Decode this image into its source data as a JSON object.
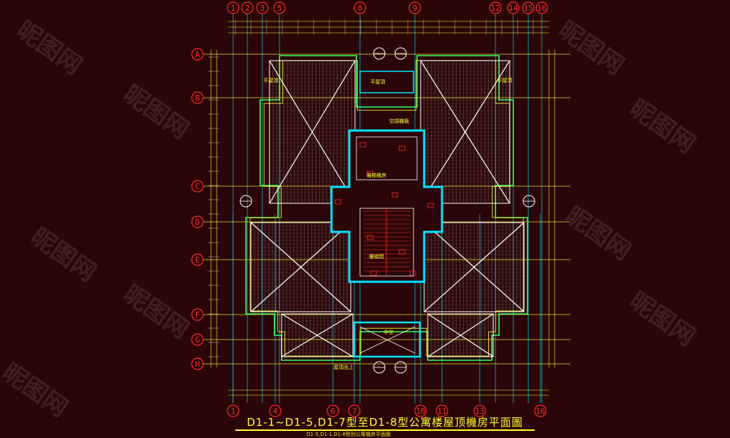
{
  "drawing": {
    "title": "D1-1~D1-5,D1-7型至D1-8型公寓楼屋顶機房平面圖",
    "subtitle": "D1-5,D1-1,D1-8型別公寓機房平面圖",
    "top_axes": [
      "1",
      "2",
      "3",
      "5",
      "8",
      "9",
      "12",
      "14",
      "15",
      "16"
    ],
    "bottom_axes": [
      "1",
      "4",
      "6",
      "7",
      "10",
      "11",
      "13",
      "16"
    ],
    "left_axes": [
      "A",
      "B",
      "C",
      "D",
      "E",
      "F",
      "G",
      "H"
    ],
    "room_labels": [
      "平屋頂",
      "電梯機房",
      "樓梯間",
      "中空",
      "屋頂出上",
      "空調機板",
      "平屋頂",
      "平屋頂"
    ],
    "watermark": "昵图网",
    "colors": {
      "background": "#2b0608",
      "yellow": "#ffff33",
      "cyan": "#00e5ff",
      "red": "#ff2a2a",
      "green": "#33ff66",
      "white": "#ffffff"
    }
  }
}
